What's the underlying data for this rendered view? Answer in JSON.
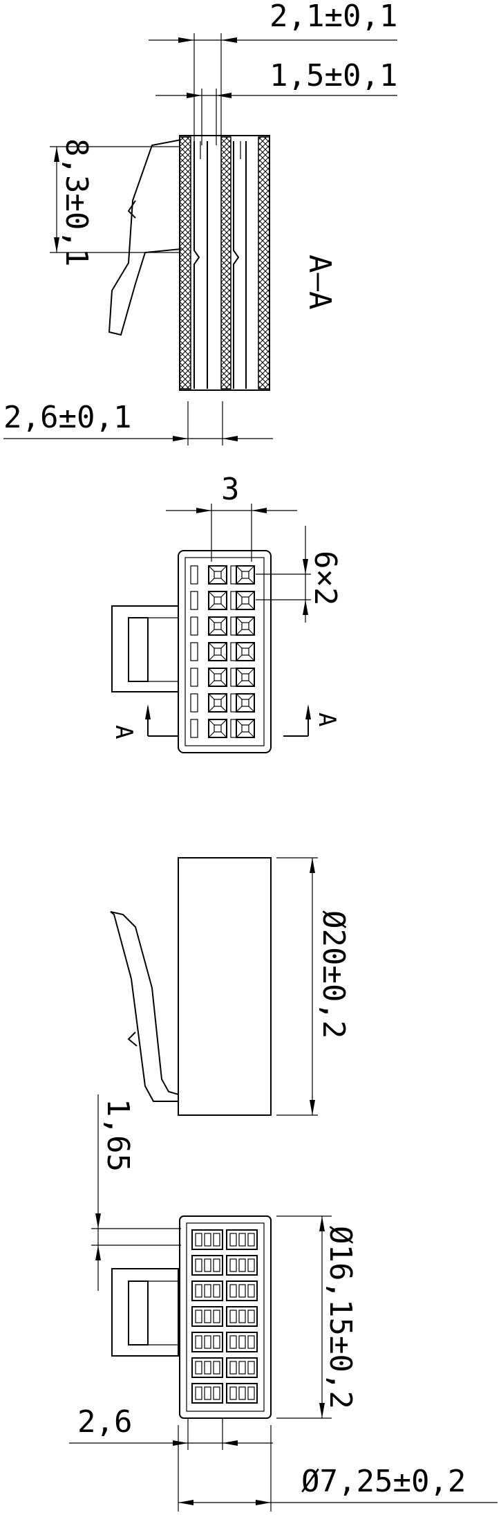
{
  "dimensions": {
    "pin_width": "2,1±0,1",
    "pin_inner": "1,5±0,1",
    "height_top": "8,3±0,1",
    "wall": "2,6±0,1",
    "pitch": "3",
    "rows": "6×2",
    "length": "Ø20±0,2",
    "offset": "1,65",
    "width": "Ø16,15±0,2",
    "side": "2,6",
    "depth": "Ø7,25±0,2"
  },
  "section_labels": {
    "section": "A–A",
    "cut_left": "A",
    "cut_right": "A"
  },
  "views": {
    "section_view": "section",
    "face_view": "front-face-top",
    "side_view": "side",
    "face_view_bottom": "front-face-bottom"
  },
  "grid": {
    "columns": 2,
    "rows": 7
  }
}
